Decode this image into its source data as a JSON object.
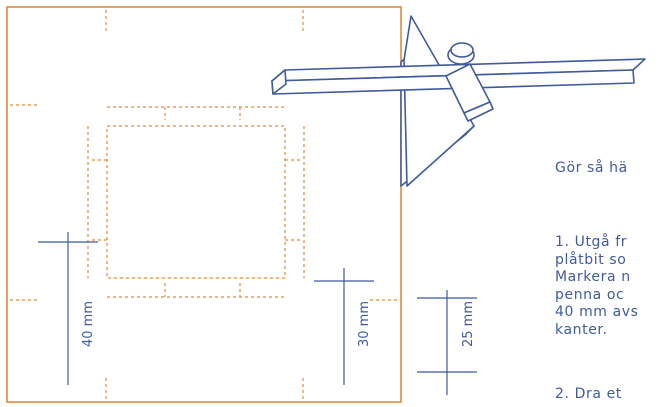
{
  "labels": {
    "dim_40": "40 mm",
    "dim_30": "30 mm",
    "dim_25": "25 mm"
  },
  "instructions": {
    "heading": "Gör så hä",
    "step1_lines": [
      "1.   Utgå fr",
      "plåtbit so",
      "Markera n",
      "penna oc",
      "40 mm avs",
      "kanter."
    ],
    "step2": "2.   Dra et"
  },
  "colors": {
    "plate_outline": "#e08a3c",
    "marking": "#e08a3c",
    "tool_and_dimensions": "#3f5b9a",
    "text": "#3f5b9a"
  },
  "icons": {
    "marking_gauge": "marking-gauge-tool"
  }
}
